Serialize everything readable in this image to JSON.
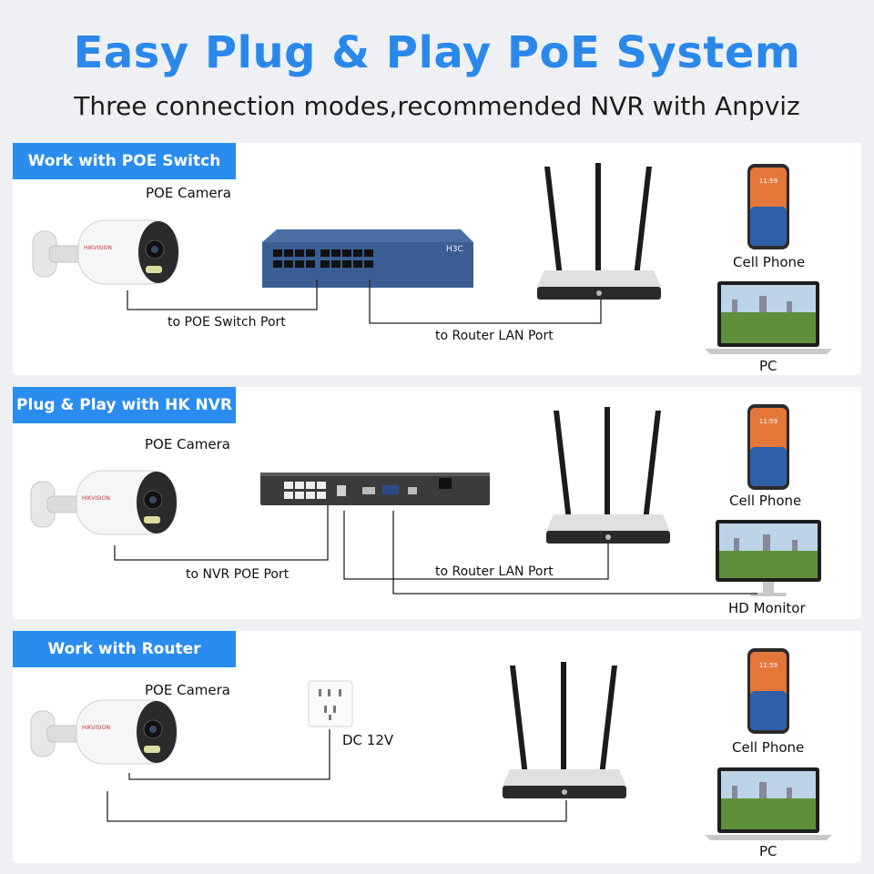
{
  "title": "Easy Plug & Play PoE System",
  "subtitle": "Three connection modes,recommended NVR with Anpviz",
  "colors": {
    "accent": "#2a8cee",
    "title": "#2a88ea",
    "background": "#eef0f3"
  },
  "sections": [
    {
      "badge": "Work with POE Switch",
      "camera_label": "POE Camera",
      "device_brand": "H3C",
      "link_label_1": "to POE Switch Port",
      "link_label_2": "to Router LAN Port",
      "phone_label": "Cell Phone",
      "screen_label": "PC"
    },
    {
      "badge": "Plug & Play with HK NVR",
      "camera_label": "POE Camera",
      "link_label_1": "to NVR POE Port",
      "link_label_2": "to Router LAN Port",
      "phone_label": "Cell Phone",
      "screen_label": "HD Monitor"
    },
    {
      "badge": "Work with Router",
      "camera_label": "POE Camera",
      "power_label": "DC 12V",
      "phone_label": "Cell Phone",
      "screen_label": "PC"
    }
  ],
  "camera_brand": "HIKVISION",
  "phone_time": "11:59",
  "icons": [
    "poe-camera-icon",
    "poe-switch-icon",
    "nvr-icon",
    "router-icon",
    "cell-phone-icon",
    "laptop-icon",
    "monitor-icon",
    "power-outlet-icon"
  ]
}
